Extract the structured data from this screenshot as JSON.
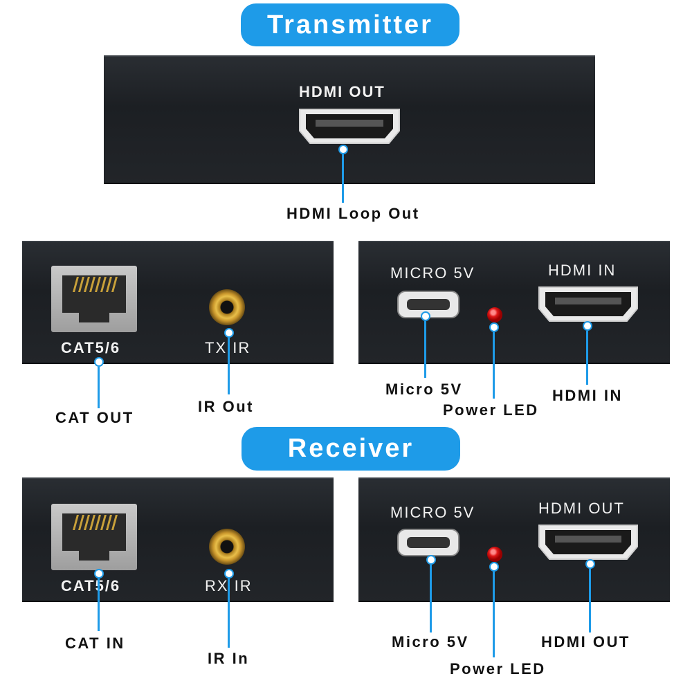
{
  "transmitter_label": "Transmitter",
  "receiver_label": "Receiver",
  "transmitter": {
    "top": {
      "port_label": "HDMI OUT",
      "callout": "HDMI Loop Out"
    },
    "left": {
      "cat_label": "CAT5/6",
      "cat_callout": "CAT OUT",
      "ir_label": "TX IR",
      "ir_callout": "IR Out"
    },
    "right": {
      "micro_label": "MICRO 5V",
      "micro_callout": "Micro 5V",
      "led_callout": "Power LED",
      "hdmi_label": "HDMI IN",
      "hdmi_callout": "HDMI IN"
    }
  },
  "receiver": {
    "left": {
      "cat_label": "CAT5/6",
      "cat_callout": "CAT IN",
      "ir_label": "RX IR",
      "ir_callout": "IR In"
    },
    "right": {
      "micro_label": "MICRO 5V",
      "micro_callout": "Micro 5V",
      "led_callout": "Power LED",
      "hdmi_label": "HDMI OUT",
      "hdmi_callout": "HDMI OUT"
    }
  },
  "colors": {
    "accent": "#1e9be8",
    "panel": "#1f2226",
    "led": "#e01818",
    "jack": "#d9a43a"
  }
}
